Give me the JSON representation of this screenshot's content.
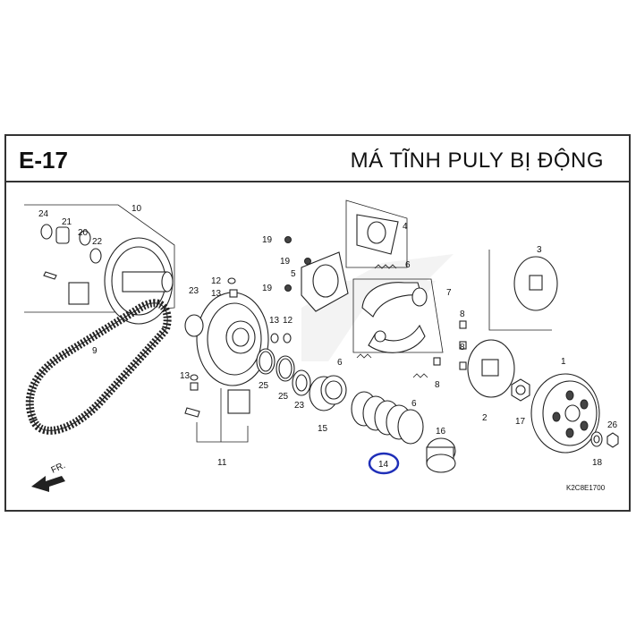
{
  "header": {
    "code": "E-17",
    "title": "MÁ TĨNH PULY BỊ ĐỘNG"
  },
  "diagram_code": "K2C8E1700",
  "direction_label": "FR.",
  "callouts": [
    "1",
    "2",
    "3",
    "4",
    "5",
    "6",
    "6",
    "6",
    "7",
    "8",
    "8",
    "8",
    "9",
    "10",
    "11",
    "12",
    "12",
    "13",
    "13",
    "14",
    "15",
    "16",
    "17",
    "18",
    "19",
    "19",
    "19",
    "20",
    "21",
    "22",
    "23",
    "23",
    "24",
    "25",
    "25",
    "26"
  ],
  "highlight": {
    "part": "14",
    "color": "#1f2fb8"
  }
}
